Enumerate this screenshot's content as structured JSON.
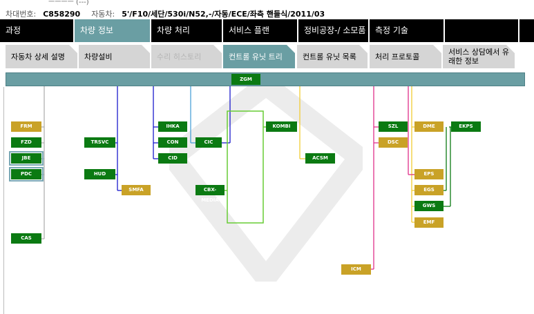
{
  "header": {
    "top_cut_text": "ㅡㅡㅡㅡ (---)",
    "vin_label": "차대번호:",
    "vin_value": "C858290",
    "vehicle_label": "자동차:",
    "vehicle_value": "5'/F10/세단/530i/N52,-/자동/ECE/좌측 핸들식/2011/03"
  },
  "menu": {
    "tabs": [
      {
        "label": "과정"
      },
      {
        "label": "차량 정보",
        "active": true
      },
      {
        "label": "차량 처리"
      },
      {
        "label": "서비스 플랜"
      },
      {
        "label": "정비공장-/ 소모품"
      },
      {
        "label": "측정 기술"
      },
      {
        "label": ""
      },
      {
        "label": ""
      }
    ]
  },
  "submenu": {
    "tabs": [
      {
        "label": "자동차 상세 설명"
      },
      {
        "label": "차량설비"
      },
      {
        "label": "수리 히스토리",
        "disabled": true
      },
      {
        "label": "컨트롤 유닛 트리",
        "active": true
      },
      {
        "label": "컨트롤 유닛 목록"
      },
      {
        "label": "처리 프로토콜"
      },
      {
        "label": "서비스 상담에서 유래한 정보"
      }
    ]
  },
  "tree": {
    "root": "ZGM",
    "units": [
      {
        "id": "FRM",
        "color": "gold"
      },
      {
        "id": "FZD",
        "color": "green"
      },
      {
        "id": "JBE",
        "color": "green",
        "selected": true
      },
      {
        "id": "PDC",
        "color": "green",
        "selected": true
      },
      {
        "id": "CAS",
        "color": "green"
      },
      {
        "id": "TRSVC",
        "color": "green"
      },
      {
        "id": "HUD",
        "color": "green"
      },
      {
        "id": "SMFA",
        "color": "gold"
      },
      {
        "id": "IHKA",
        "color": "green"
      },
      {
        "id": "CON",
        "color": "green"
      },
      {
        "id": "CID",
        "color": "green"
      },
      {
        "id": "CIC",
        "color": "green"
      },
      {
        "id": "CBX-MEDIA",
        "color": "green"
      },
      {
        "id": "KOMBI",
        "color": "green"
      },
      {
        "id": "ACSM",
        "color": "green"
      },
      {
        "id": "SZL",
        "color": "green"
      },
      {
        "id": "DSC",
        "color": "gold"
      },
      {
        "id": "ICM",
        "color": "gold"
      },
      {
        "id": "DME",
        "color": "gold"
      },
      {
        "id": "EKPS",
        "color": "green"
      },
      {
        "id": "EPS",
        "color": "gold"
      },
      {
        "id": "EGS",
        "color": "gold"
      },
      {
        "id": "GWS",
        "color": "green"
      },
      {
        "id": "EMF",
        "color": "gold"
      }
    ]
  },
  "colors": {
    "accent": "#6a9ea3",
    "ecu_green": "#0b7a12",
    "ecu_gold": "#c9a227",
    "bus_gray": "#aaaaaa",
    "bus_blue": "#1a1acc",
    "bus_pink": "#e0308a",
    "bus_yellow": "#f2cc33",
    "bus_lightblue": "#4aa0d8",
    "bus_lightgreen": "#66cc33"
  }
}
